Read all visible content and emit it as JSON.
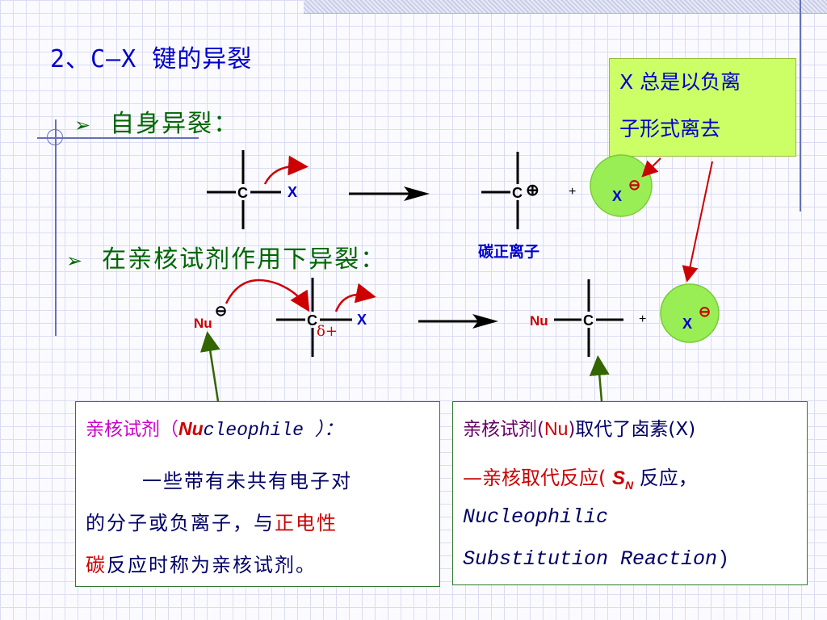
{
  "title": "2、C—X 键的异裂",
  "bullet1": "自身异裂：",
  "bullet2": "在亲核试剂作用下异裂：",
  "note": {
    "line1": "X 总是以负离",
    "line2": "子形式离去"
  },
  "reaction1": {
    "C": "C",
    "X": "X",
    "C_cation": "C",
    "plus_sign": "⊕",
    "plus": "+",
    "X_ion": "X",
    "minus_sign": "⊖",
    "label": "碳正离子"
  },
  "reaction2": {
    "Nu": "Nu",
    "minus_sign": "⊖",
    "C": "C",
    "X": "X",
    "delta": "δ+",
    "Nu_product": "Nu",
    "C_product": "C",
    "plus": "+",
    "X_ion": "X",
    "X_minus": "⊖"
  },
  "box1": {
    "heading_a": "亲核试剂（",
    "heading_b": "Nu",
    "heading_c": "cleophile ）：",
    "line1": "一些带有未共有电子对",
    "line2a": "的分子或负离子，与",
    "line2b": "正电性",
    "line3a": "碳",
    "line3b": "反应时称为亲核试剂。"
  },
  "box2": {
    "line1a": "亲核试剂(",
    "line1b": "Nu",
    "line1c": ")",
    "line1d": "取代了卤素(X)",
    "line2a": "—亲核取代反应(",
    "line2b": "S",
    "line2c": "N",
    "line2d": "反应，",
    "line3": "Nucleophilic",
    "line4": "Substitution Reaction",
    "line4_end": ")"
  }
}
